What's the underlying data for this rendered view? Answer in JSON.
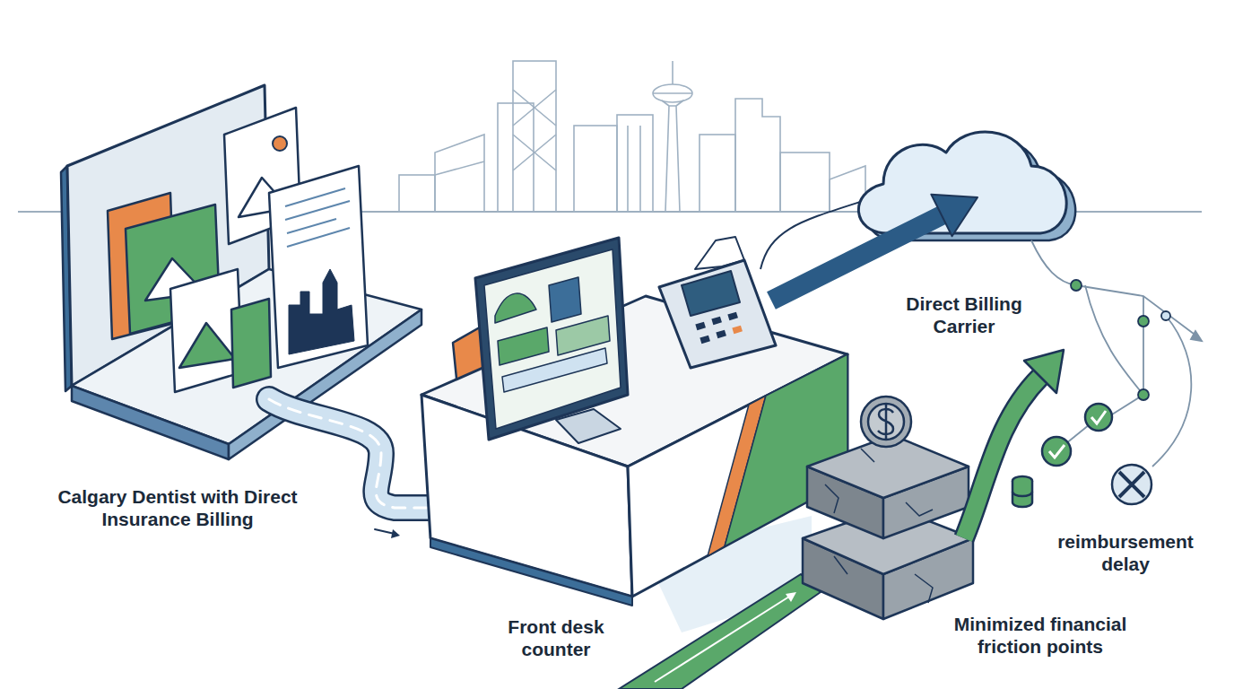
{
  "diagram": {
    "labels": [
      "Direct Billing Carrier",
      "Calgary Dentist with Direct Insurance Billing",
      "reimbursement delay",
      "Front desk counter",
      "Minimized financial friction points"
    ]
  }
}
